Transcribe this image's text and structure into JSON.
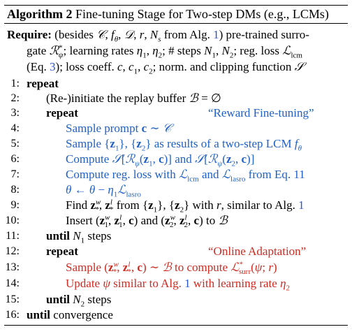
{
  "algorithm": {
    "label": "Algorithm 2",
    "title": "Fine-tuning Stage for Two-step DMs (e.g., LCMs)",
    "require": {
      "keyword": "Require:",
      "line1": "(besides 𝒞, f_θ, 𝒟, r, N_s from Alg. 1) pre-trained surro-",
      "line2": "gate ℛ*_ψ; learning rates η1, η2; # steps N1, N2; reg. loss ℒ_lcm",
      "line3": "(Eq. 3); loss coeff. c, c1, c2; norm. and clipping function 𝒮"
    },
    "lines": [
      {
        "num": "1:",
        "text": "repeat"
      },
      {
        "num": "2:",
        "text": "(Re-)initiate the replay buffer ℬ = ∅"
      },
      {
        "num": "3:",
        "text": "repeat",
        "comment": "“Reward Fine-tuning”"
      },
      {
        "num": "4:",
        "text": "Sample prompt c ∼ 𝒞"
      },
      {
        "num": "5:",
        "text": "Sample {z1}, {z2} as results of a two-step LCM f_θ"
      },
      {
        "num": "6:",
        "text": "Compute 𝒮[ℛ_ψ(z1, c)] and 𝒮[ℛ_ψ(z2, c)]"
      },
      {
        "num": "7:",
        "text": "Compute reg. loss with ℒ_lcm and ℒ_lasro from Eq. 11"
      },
      {
        "num": "8:",
        "text": "θ ← θ − η1 ℒ_lasro"
      },
      {
        "num": "9:",
        "text": "Find z^w_*, z^l_* from {z1}, {z2} with r, similar to Alg. 1"
      },
      {
        "num": "10:",
        "text": "Insert (z^w_1, z^l_1, c) and (z^w_2, z^l_2, c) to ℬ"
      },
      {
        "num": "11:",
        "text": "until N1 steps"
      },
      {
        "num": "12:",
        "text": "repeat",
        "comment": "“Online Adaptation”"
      },
      {
        "num": "13:",
        "text": "Sample (z^w_*, z^l_*, c) ∼ ℬ to compute ℒ*_surr(ψ; r)"
      },
      {
        "num": "14:",
        "text": "Update ψ similar to Alg. 1 with learning rate η2"
      },
      {
        "num": "15:",
        "text": "until N2 steps"
      },
      {
        "num": "16:",
        "text": "until convergence"
      }
    ]
  },
  "colors": {
    "blue": "#1f61c7",
    "red": "#cf2b20",
    "link": "#2a54d0"
  }
}
